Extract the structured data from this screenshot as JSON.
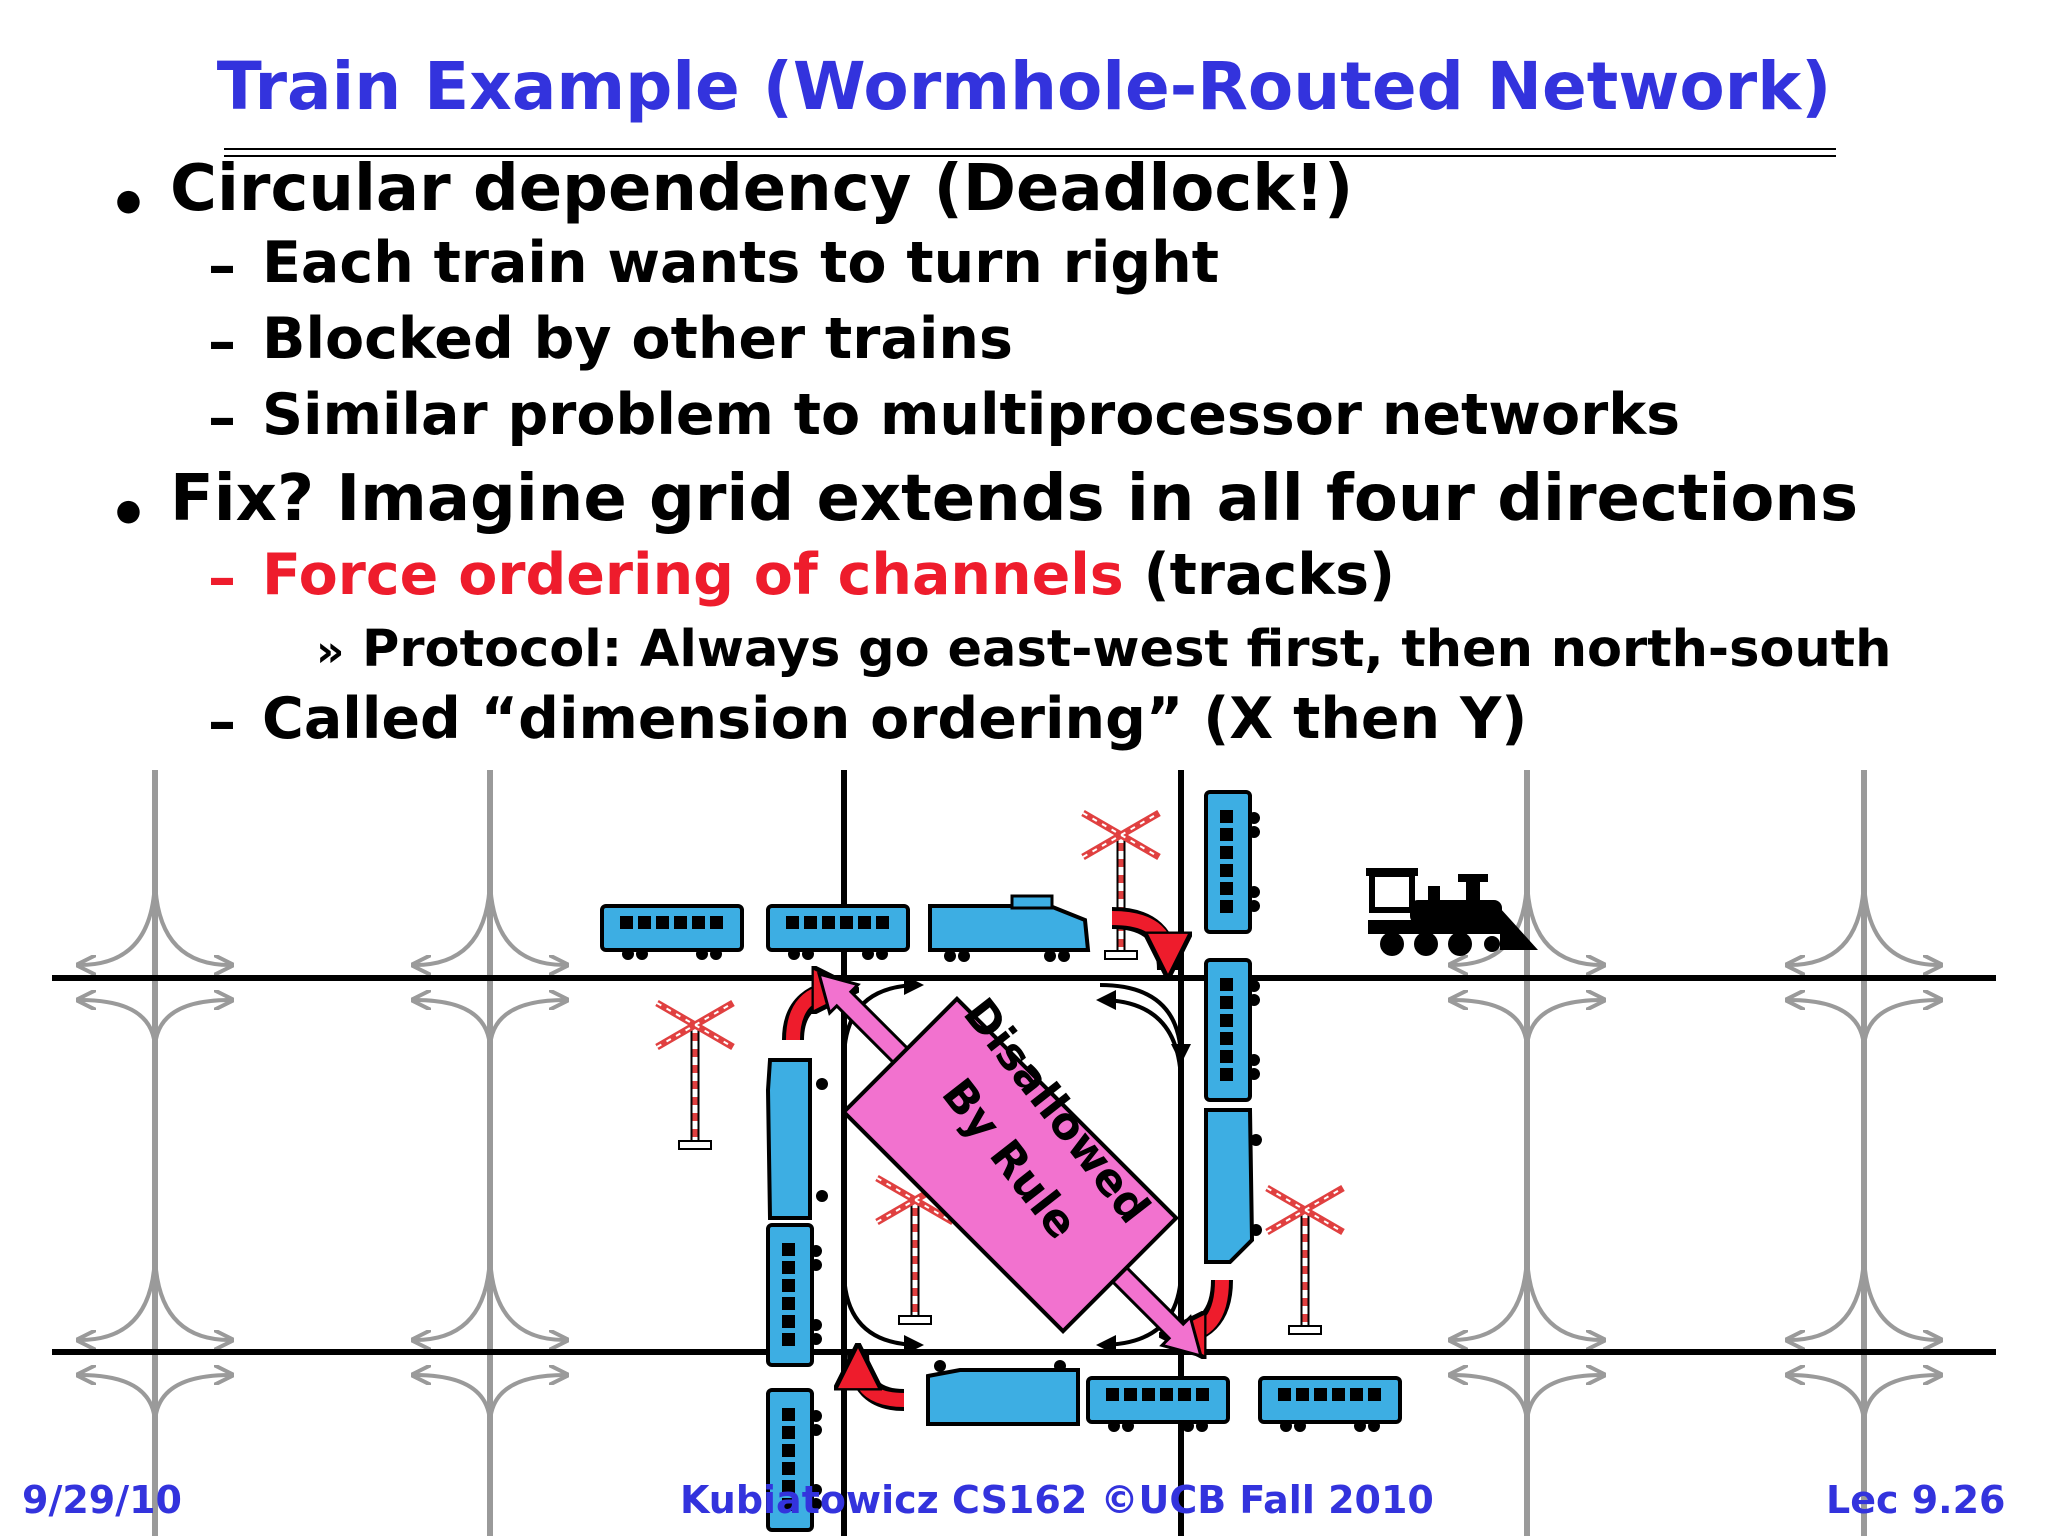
{
  "slide": {
    "title": "Train Example (Wormhole-Routed Network)",
    "bullets": [
      {
        "level": 1,
        "marker": "•",
        "text": "Circular dependency (Deadlock!)"
      },
      {
        "level": 2,
        "marker": "–",
        "text": "Each train wants to turn right"
      },
      {
        "level": 2,
        "marker": "–",
        "text": "Blocked by other trains"
      },
      {
        "level": 2,
        "marker": "–",
        "text": "Similar problem to multiprocessor networks"
      },
      {
        "level": 1,
        "marker": "•",
        "text": "Fix? Imagine grid extends in all four directions"
      },
      {
        "level": 2,
        "marker": "–",
        "text_red": "Force ordering of channels",
        "text_rest": " (tracks)"
      },
      {
        "level": 3,
        "marker": "»",
        "text": "Protocol: Always go east-west first, then north-south"
      },
      {
        "level": 2,
        "marker": "–",
        "text": "Called “dimension ordering” (X then Y)"
      }
    ],
    "diagram": {
      "label_line1": "Disallowed",
      "label_line2": "By Rule",
      "colors": {
        "train_car": "#3daee3",
        "turn_arrow": "#ee1c2c",
        "disallowed": "#f272cf",
        "grid_gray": "#9a9a9a",
        "track_black": "#000000"
      }
    },
    "footer": {
      "date": "9/29/10",
      "course": "Kubiatowicz CS162 ©UCB Fall 2010",
      "lecture": "Lec 9.26"
    },
    "accent_color": "#3333dd"
  }
}
